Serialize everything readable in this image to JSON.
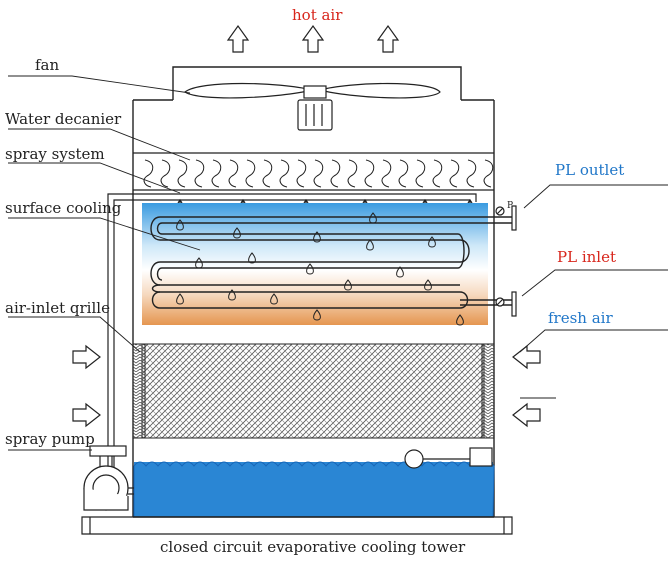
{
  "labels": {
    "hot_air": "hot air",
    "fan": "fan",
    "water_decanier": "Water decanier",
    "spray_system": "spray system",
    "surface_cooling": "surface cooling",
    "air_inlet_grille": "air-inlet qrille",
    "spray_pump": "spray pump",
    "pl_outlet": "PL outlet",
    "pl_inlet": "PL inlet",
    "fresh_air": "fresh air",
    "pressure_gauge_tag": "P"
  },
  "caption": "closed circuit evaporative cooling tower",
  "colors": {
    "hot_air": "#d8261c",
    "pl_outlet": "#1f76c8",
    "pl_inlet": "#d8261c",
    "fresh_air": "#1f76c8",
    "line": "#222222",
    "coil_top": "#3a9be0",
    "coil_bottom": "#e8a064",
    "basin_water": "#1e78c8",
    "fill_media": "#6a6a6a"
  }
}
